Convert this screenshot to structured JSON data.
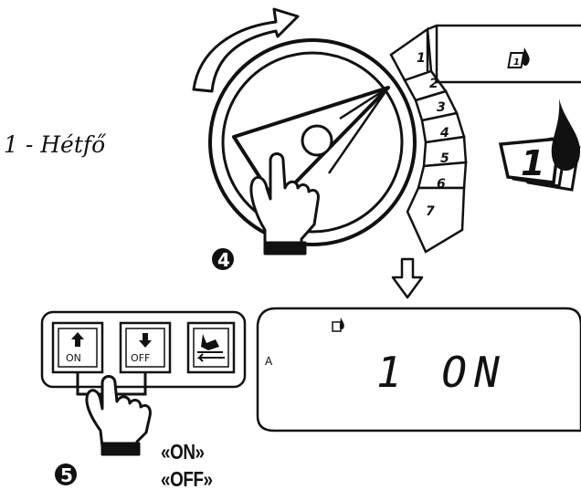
{
  "caption": "1 - Hétfő",
  "steps": {
    "dial_step": "4",
    "button_step": "5"
  },
  "dial": {
    "positions": [
      "1",
      "2",
      "3",
      "4",
      "5",
      "6",
      "7"
    ]
  },
  "lcd": {
    "zone_letter": "A",
    "readout": "1 ON"
  },
  "keypad": {
    "up_key": "ON",
    "down_key": "OFF"
  },
  "labels": {
    "on": "«ON»",
    "off": "«OFF»"
  },
  "icons": [
    "day-start-calendar-icon",
    "rotate-arrow-icon",
    "down-arrow-icon",
    "hand-pointer-icon",
    "manual-watering-icon"
  ]
}
